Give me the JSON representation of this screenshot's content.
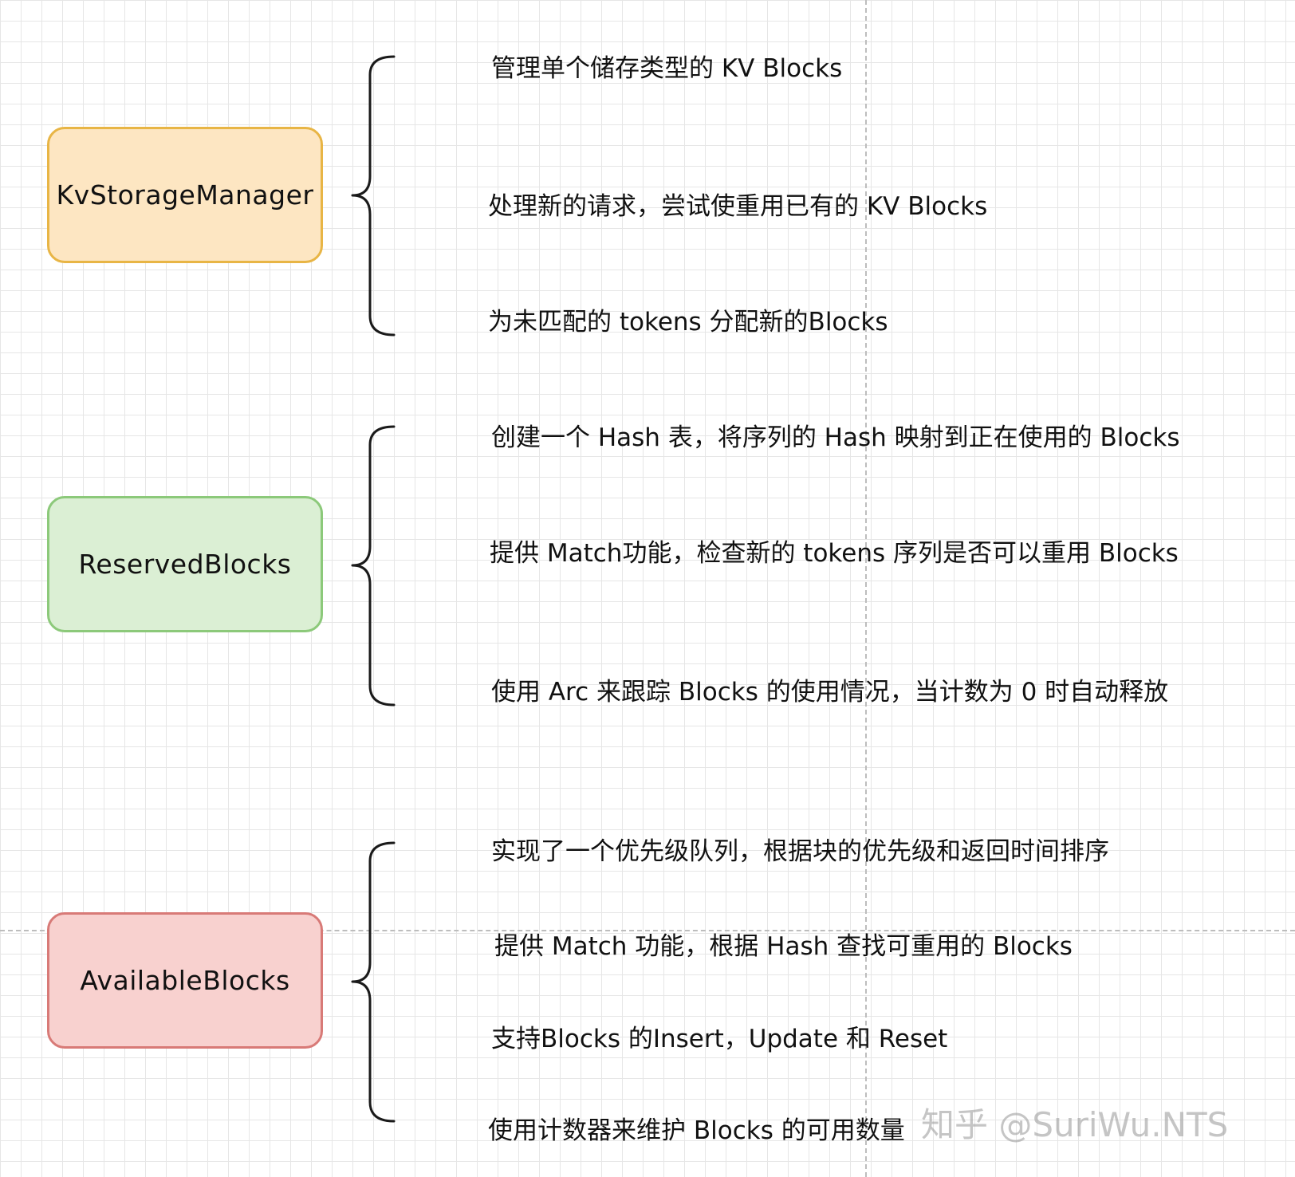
{
  "colors": {
    "kv_fill": "#fde6c2",
    "kv_border": "#e8b545",
    "reserved_fill": "#dbefd4",
    "reserved_border": "#8cc97a",
    "available_fill": "#f8d1cf",
    "available_border": "#d87a77"
  },
  "groups": [
    {
      "label": "KvStorageManager",
      "items": [
        "管理单个储存类型的 KV Blocks",
        "处理新的请求，尝试使重用已有的 KV Blocks",
        "为未匹配的 tokens 分配新的Blocks"
      ]
    },
    {
      "label": "ReservedBlocks",
      "items": [
        "创建一个 Hash 表，将序列的 Hash 映射到正在使用的 Blocks",
        "提供 Match功能，检查新的 tokens 序列是否可以重用 Blocks",
        "使用 Arc 来跟踪 Blocks 的使用情况，当计数为 0 时自动释放"
      ]
    },
    {
      "label": "AvailableBlocks",
      "items": [
        "实现了一个优先级队列，根据块的优先级和返回时间排序",
        "提供 Match 功能，根据 Hash 查找可重用的 Blocks",
        "支持Blocks 的Insert，Update 和 Reset",
        "使用计数器来维护 Blocks 的可用数量"
      ]
    }
  ],
  "watermark": "知乎 @SuriWu.NTS"
}
